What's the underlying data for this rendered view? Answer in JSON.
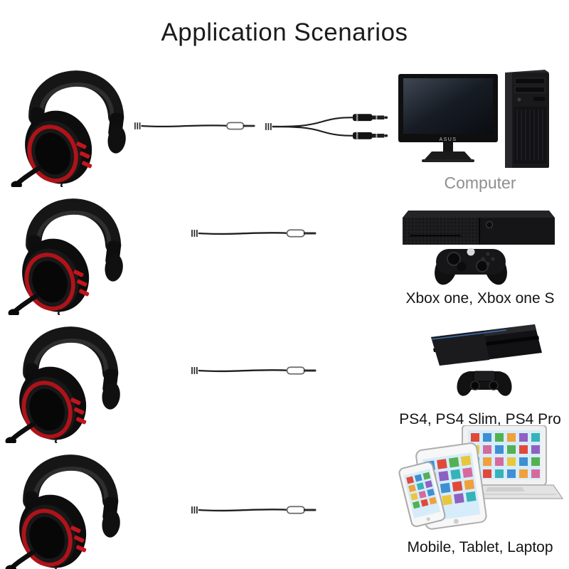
{
  "title": "Application Scenarios",
  "monitor_brand": "ASUS",
  "colors": {
    "background": "#ffffff",
    "headset_accent": "#c2151d",
    "title_text": "#1b1b1b",
    "computer_label_text": "#8f8f8f",
    "device_label_text": "#141414",
    "ps4_lightbar": "#3f74c4"
  },
  "illustrations": [
    "gaming-headset",
    "audio-cable-3.5mm",
    "y-splitter-dual-3.5mm",
    "desktop-computer",
    "xbox-console-with-controller",
    "ps4-console-with-controller",
    "phone-tablet-laptop"
  ],
  "scenarios": [
    {
      "device": "computer",
      "label": "Computer",
      "cable": "y-splitter-dual-3.5mm"
    },
    {
      "device": "xbox",
      "label": "Xbox one, Xbox one S",
      "cable": "single-3.5mm"
    },
    {
      "device": "ps4",
      "label": "PS4, PS4 Slim, PS4 Pro",
      "cable": "single-3.5mm"
    },
    {
      "device": "mobile",
      "label": "Mobile, Tablet, Laptop",
      "cable": "single-3.5mm"
    }
  ]
}
